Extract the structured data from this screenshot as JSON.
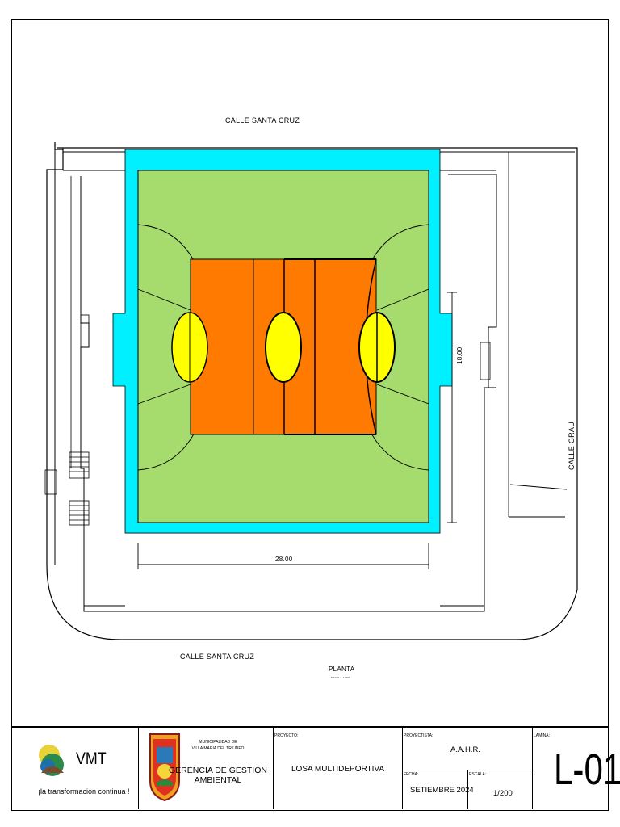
{
  "plan": {
    "street_top": "CALLE  SANTA  CRUZ",
    "street_bottom": "CALLE   SANTA  CRUZ",
    "street_right": "CALLE    GRAU",
    "dim_width": "28.00",
    "dim_height": "18.00",
    "view_title": "PLANTA",
    "view_scale": "ESCALA 1/200"
  },
  "colors": {
    "pool_border": "#00f0ff",
    "court_green": "#a6dc6e",
    "paint_orange": "#ff7a00",
    "circle_yellow": "#ffff00"
  },
  "titleblock": {
    "logo_text": "VMT",
    "slogan": "¡la transformacion continua !",
    "municipality_line1": "MUNICIPALIDAD DE",
    "municipality_line2": "VILLA MARIA DEL TRIUNFO",
    "department_line1": "GERENCIA DE GESTION",
    "department_line2": "AMBIENTAL",
    "project_label": "PROYECTO:",
    "project_value": "LOSA    MULTIDEPORTIVA",
    "designer_label": "PROYECTISTA:",
    "designer_value": "A.A.H.R.",
    "date_label": "FECHA:",
    "date_value": "SETIEMBRE 2024",
    "scale_label": "ESCALA:",
    "scale_value": "1/200",
    "sheet_label": "LAMINA:",
    "sheet_value": "L-01"
  }
}
